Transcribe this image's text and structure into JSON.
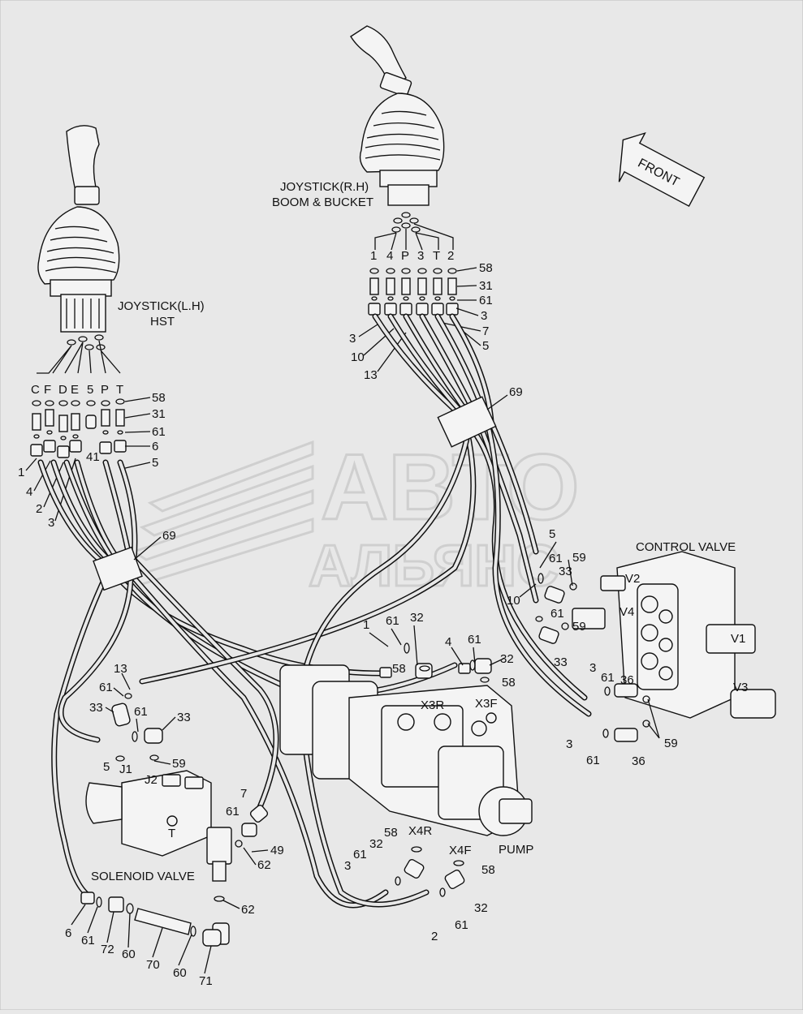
{
  "labels": {
    "joystick_lh_1": "JOYSTICK(L.H)",
    "joystick_lh_2": "HST",
    "joystick_rh_1": "JOYSTICK(R.H)",
    "joystick_rh_2": "BOOM & BUCKET",
    "front": "FRONT",
    "control_valve": "CONTROL VALVE",
    "pump": "PUMP",
    "solenoid_valve": "SOLENOID VALVE",
    "watermark_1": "АВТО",
    "watermark_2": "АЛЬЯНС"
  },
  "port_labels_lh": [
    "C",
    "F",
    "D",
    "E",
    "5",
    "P",
    "T"
  ],
  "port_labels_rh": [
    "1",
    "4",
    "P",
    "3",
    "T",
    "2"
  ],
  "port_labels_other": {
    "x3r": "X3R",
    "x3f": "X3F",
    "x4r": "X4R",
    "x4f": "X4F",
    "j1": "J1",
    "j2": "J2",
    "t": "T",
    "v1": "V1",
    "v2": "V2",
    "v3": "V3",
    "v4": "V4"
  },
  "callouts": [
    {
      "id": "lh-58",
      "text": "58"
    },
    {
      "id": "lh-31",
      "text": "31"
    },
    {
      "id": "lh-61",
      "text": "61"
    },
    {
      "id": "lh-6",
      "text": "6"
    },
    {
      "id": "lh-5",
      "text": "5"
    },
    {
      "id": "lh-41",
      "text": "41"
    },
    {
      "id": "lh-1",
      "text": "1"
    },
    {
      "id": "lh-4",
      "text": "4"
    },
    {
      "id": "lh-2",
      "text": "2"
    },
    {
      "id": "lh-3",
      "text": "3"
    },
    {
      "id": "rh-58",
      "text": "58"
    },
    {
      "id": "rh-31",
      "text": "31"
    },
    {
      "id": "rh-61",
      "text": "61"
    },
    {
      "id": "rh-3a",
      "text": "3"
    },
    {
      "id": "rh-7",
      "text": "7"
    },
    {
      "id": "rh-5",
      "text": "5"
    },
    {
      "id": "rh-3b",
      "text": "3"
    },
    {
      "id": "rh-10",
      "text": "10"
    },
    {
      "id": "rh-13",
      "text": "13"
    },
    {
      "id": "rh-69",
      "text": "69"
    },
    {
      "id": "lh-69",
      "text": "69"
    },
    {
      "id": "cv-5",
      "text": "5"
    },
    {
      "id": "cv-61a",
      "text": "61"
    },
    {
      "id": "cv-59a",
      "text": "59"
    },
    {
      "id": "cv-33a",
      "text": "33"
    },
    {
      "id": "cv-10",
      "text": "10"
    },
    {
      "id": "cv-61b",
      "text": "61"
    },
    {
      "id": "cv-59b",
      "text": "59"
    },
    {
      "id": "cv-33b",
      "text": "33"
    },
    {
      "id": "cv-3a",
      "text": "3"
    },
    {
      "id": "cv-61c",
      "text": "61"
    },
    {
      "id": "cv-36a",
      "text": "36"
    },
    {
      "id": "cv-59c",
      "text": "59"
    },
    {
      "id": "cv-3b",
      "text": "3"
    },
    {
      "id": "cv-61d",
      "text": "61"
    },
    {
      "id": "cv-36b",
      "text": "36"
    },
    {
      "id": "pu-1",
      "text": "1"
    },
    {
      "id": "pu-61a",
      "text": "61"
    },
    {
      "id": "pu-32a",
      "text": "32"
    },
    {
      "id": "pu-4",
      "text": "4"
    },
    {
      "id": "pu-61b",
      "text": "61"
    },
    {
      "id": "pu-32b",
      "text": "32"
    },
    {
      "id": "pu-58a",
      "text": "58"
    },
    {
      "id": "pu-58b",
      "text": "58"
    },
    {
      "id": "pu-58c",
      "text": "58"
    },
    {
      "id": "pu-32c",
      "text": "32"
    },
    {
      "id": "pu-61c",
      "text": "61"
    },
    {
      "id": "pu-3",
      "text": "3"
    },
    {
      "id": "pu-58d",
      "text": "58"
    },
    {
      "id": "pu-32d",
      "text": "32"
    },
    {
      "id": "pu-61d",
      "text": "61"
    },
    {
      "id": "pu-2",
      "text": "2"
    },
    {
      "id": "sv-13",
      "text": "13"
    },
    {
      "id": "sv-61a",
      "text": "61"
    },
    {
      "id": "sv-33a",
      "text": "33"
    },
    {
      "id": "sv-61b",
      "text": "61"
    },
    {
      "id": "sv-33b",
      "text": "33"
    },
    {
      "id": "sv-5",
      "text": "5"
    },
    {
      "id": "sv-59",
      "text": "59"
    },
    {
      "id": "sv-7",
      "text": "7"
    },
    {
      "id": "sv-61c",
      "text": "61"
    },
    {
      "id": "sv-49",
      "text": "49"
    },
    {
      "id": "sv-62a",
      "text": "62"
    },
    {
      "id": "sv-62b",
      "text": "62"
    },
    {
      "id": "bt-6",
      "text": "6"
    },
    {
      "id": "bt-61",
      "text": "61"
    },
    {
      "id": "bt-72",
      "text": "72"
    },
    {
      "id": "bt-60a",
      "text": "60"
    },
    {
      "id": "bt-70",
      "text": "70"
    },
    {
      "id": "bt-60b",
      "text": "60"
    },
    {
      "id": "bt-71",
      "text": "71"
    }
  ]
}
